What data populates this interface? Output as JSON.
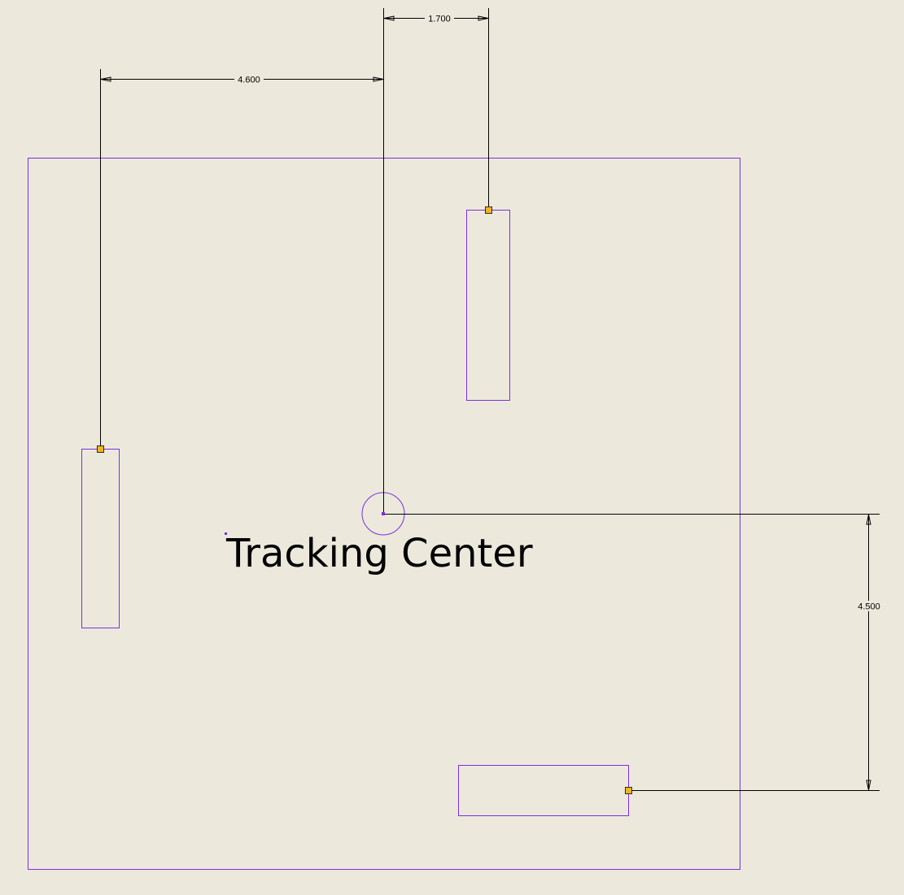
{
  "colors": {
    "background": "#ECE9DC",
    "sketch": "#7B2FE0",
    "dimension": "#000000",
    "grip": "#F2B51E"
  },
  "dimensions": {
    "horizontal_left": "4.600",
    "horizontal_right": "1.700",
    "vertical_right": "4.500"
  },
  "label": {
    "text": "Tracking Center"
  }
}
